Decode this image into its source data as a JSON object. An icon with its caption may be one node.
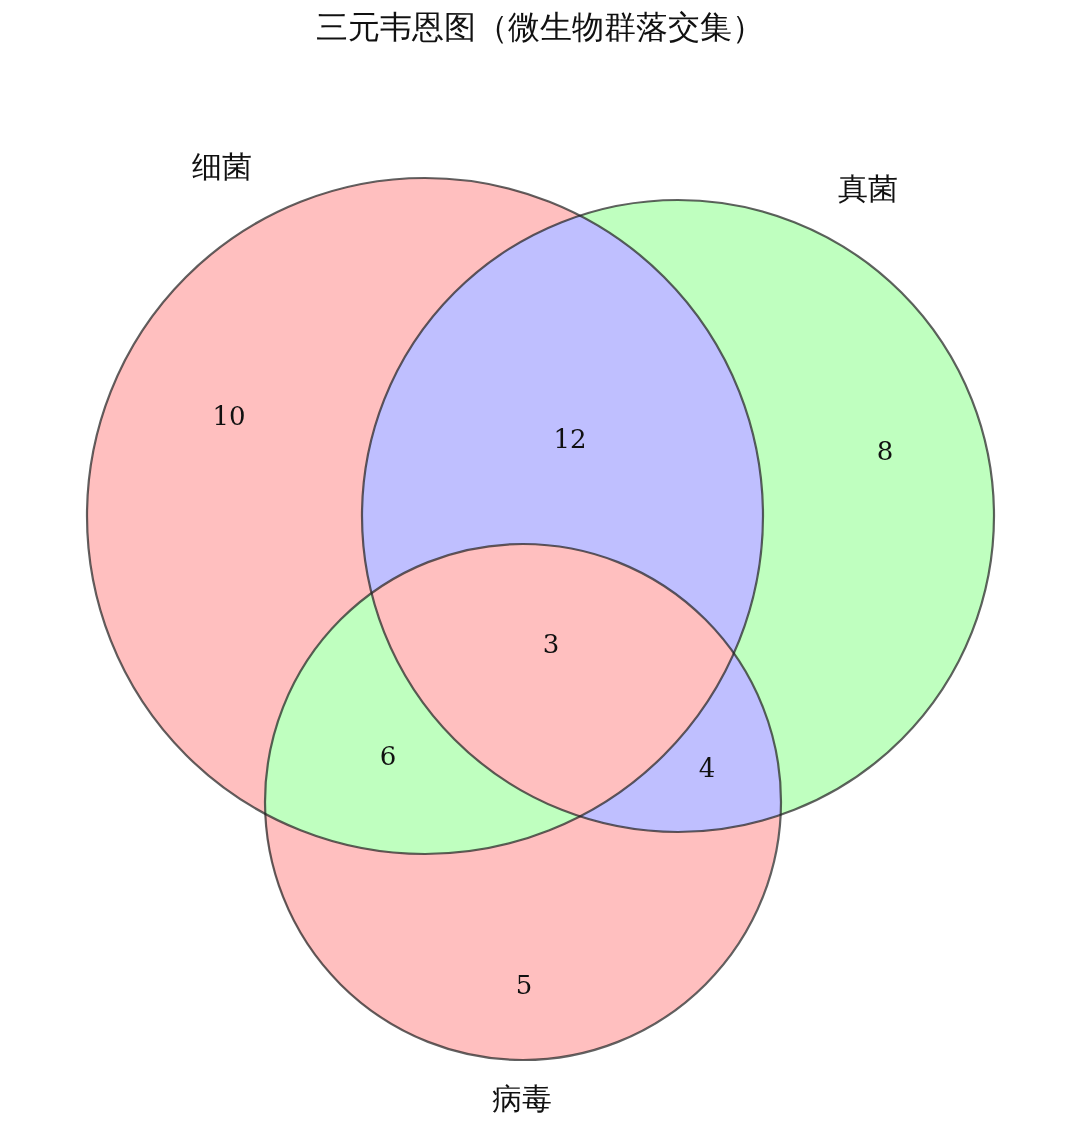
{
  "diagram": {
    "title": "三元韦恩图（微生物群落交集）",
    "nodes": [
      {
        "text": [
          "细菌"
        ]
      },
      {
        "text": [
          "真菌"
        ]
      },
      {
        "text": [
          "病毒"
        ]
      }
    ],
    "labels": [
      "10",
      "12",
      "8",
      "3",
      "6",
      "4",
      "5"
    ]
  }
}
